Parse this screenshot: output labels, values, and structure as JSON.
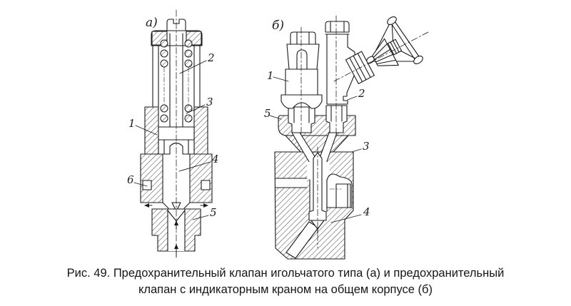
{
  "figure": {
    "caption_line1": "Рис. 49. Предохранительный клапан игольчатого типа (а) и предохранительный",
    "caption_line2": "клапан с индикаторным краном на общем корпусе (б)"
  },
  "colors": {
    "line": "#1b1b1b",
    "background": "#ffffff",
    "caption_text": "#161616"
  },
  "diagram_a": {
    "part_label": "а)",
    "callouts": {
      "c1": "1",
      "c2": "2",
      "c3": "3",
      "c4": "4",
      "c5": "5",
      "c6": "6"
    }
  },
  "diagram_b": {
    "part_label": "б)",
    "callouts": {
      "c1": "1",
      "c2": "2",
      "c3": "3",
      "c4": "4",
      "c5": "5"
    }
  }
}
